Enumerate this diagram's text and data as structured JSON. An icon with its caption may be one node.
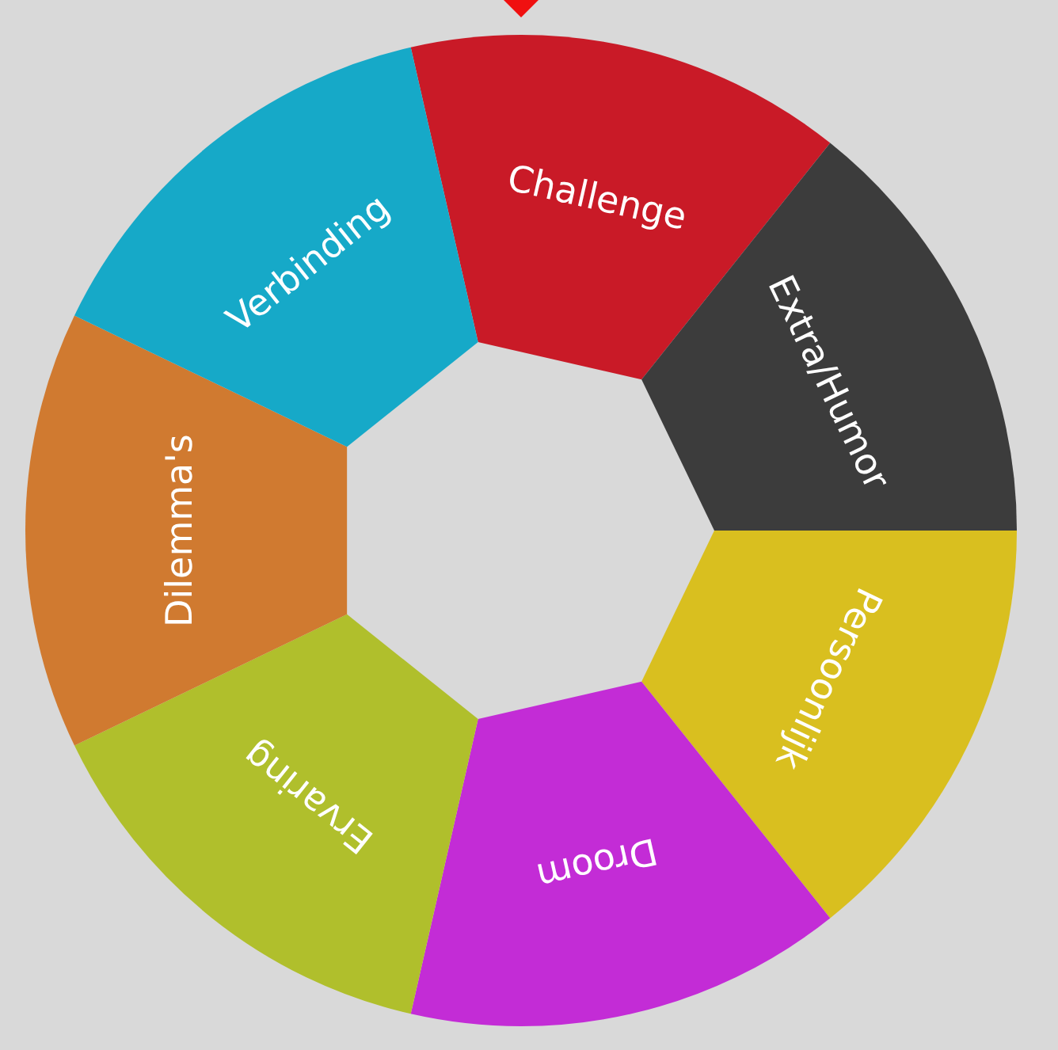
{
  "diagram": {
    "nodes": [
      {
        "text": [
          "Challenge"
        ]
      },
      {
        "text": [
          "Extra/Humor"
        ]
      },
      {
        "text": [
          "Persoonlijk"
        ]
      },
      {
        "text": [
          "Droom"
        ]
      },
      {
        "text": [
          "Ervaring"
        ]
      },
      {
        "text": [
          "Dilemma's"
        ]
      },
      {
        "text": [
          "Verbinding"
        ]
      }
    ]
  }
}
